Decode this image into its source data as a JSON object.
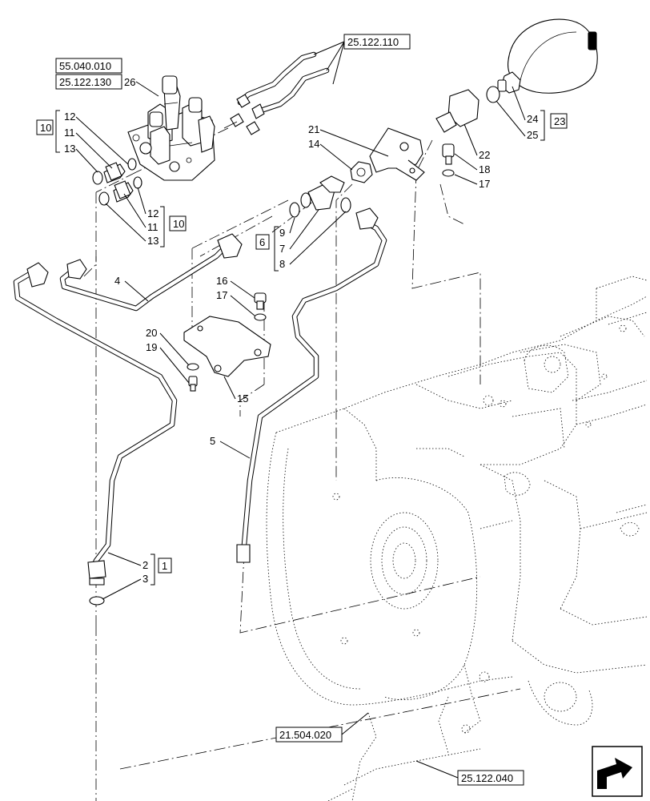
{
  "references": {
    "r_25_122_110": "25.122.110",
    "r_55_040_010": "55.040.010",
    "r_25_122_130": "25.122.130",
    "r_21_504_020": "21.504.020",
    "r_25_122_040": "25.122.040"
  },
  "groups": {
    "g10_top": "10",
    "g10_mid": "10",
    "g23": "23",
    "g6": "6",
    "g1": "1"
  },
  "callouts": {
    "c26": "26",
    "c12a": "12",
    "c11a": "11",
    "c13a": "13",
    "c12b": "12",
    "c11b": "11",
    "c13b": "13",
    "c21": "21",
    "c14": "14",
    "c22": "22",
    "c18": "18",
    "c17a": "17",
    "c24": "24",
    "c25": "25",
    "c9": "9",
    "c7": "7",
    "c8": "8",
    "c4": "4",
    "c16": "16",
    "c17b": "17",
    "c20": "20",
    "c19": "19",
    "c15": "15",
    "c5": "5",
    "c2": "2",
    "c3": "3"
  },
  "nav_icon": "next-page-arrow-icon"
}
